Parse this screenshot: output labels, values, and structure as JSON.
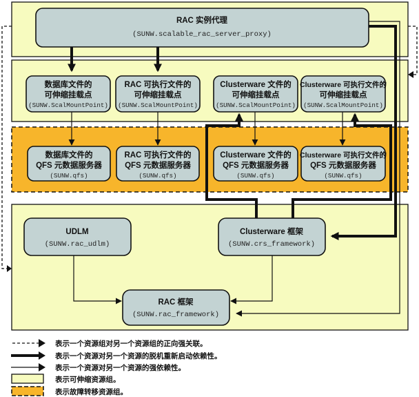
{
  "diagram": {
    "groups": {
      "proxy_group": {
        "kind": "scalable"
      },
      "mount_group": {
        "kind": "scalable"
      },
      "qfs_group": {
        "kind": "failover"
      },
      "framework_group": {
        "kind": "scalable"
      }
    },
    "resources": {
      "rac_proxy": {
        "title": "RAC 实例代理",
        "type": "(SUNW.scalable_rac_server_proxy)"
      },
      "mount_db": {
        "title1": "数据库文件的",
        "title2": "可伸缩挂载点",
        "type": "(SUNW.ScalMountPoint)"
      },
      "mount_rac_bin": {
        "title1": "RAC 可执行文件的",
        "title2": "可伸缩挂载点",
        "type": "(SUNW.ScalMountPoint)"
      },
      "mount_cw": {
        "title1": "Clusterware 文件的",
        "title2": "可伸缩挂载点",
        "type": "(SUNW.ScalMountPoint)"
      },
      "mount_cw_bin": {
        "title1": "Clusterware 可执行文件的",
        "title2": "可伸缩挂载点",
        "type": "(SUNW.ScalMountPoint)"
      },
      "qfs_db": {
        "title1": "数据库文件的",
        "title2": "QFS 元数据服务器",
        "type": "(SUNW.qfs)"
      },
      "qfs_rac_bin": {
        "title1": "RAC 可执行文件的",
        "title2": "QFS 元数据服务器",
        "type": "(SUNW.qfs)"
      },
      "qfs_cw": {
        "title1": "Clusterware 文件的",
        "title2": "QFS 元数据服务器",
        "type": "(SUNW.qfs)"
      },
      "qfs_cw_bin": {
        "title1": "Clusterware 可执行文件的",
        "title2": "QFS 元数据服务器",
        "type": "(SUNW.qfs)"
      },
      "udlm": {
        "title": "UDLM",
        "type": "(SUNW.rac_udlm)"
      },
      "crs_framework": {
        "title": "Clusterware 框架",
        "type": "(SUNW.crs_framework)"
      },
      "rac_framework": {
        "title": "RAC 框架",
        "type": "(SUNW.rac_framework)"
      }
    },
    "dependencies": [
      {
        "from": "rac_proxy",
        "to": "mount_db",
        "kind": "offline-restart"
      },
      {
        "from": "rac_proxy",
        "to": "mount_rac_bin",
        "kind": "offline-restart"
      },
      {
        "from": "rac_proxy",
        "to": "crs_framework",
        "kind": "offline-restart"
      },
      {
        "from": "rac_proxy",
        "to": "rac_framework",
        "kind": "strong"
      },
      {
        "from": "mount_db",
        "to": "qfs_db",
        "kind": "strong"
      },
      {
        "from": "mount_rac_bin",
        "to": "qfs_rac_bin",
        "kind": "strong"
      },
      {
        "from": "mount_cw",
        "to": "qfs_cw",
        "kind": "strong"
      },
      {
        "from": "mount_cw_bin",
        "to": "qfs_cw_bin",
        "kind": "strong"
      },
      {
        "from": "crs_framework",
        "to": "mount_cw",
        "kind": "offline-restart"
      },
      {
        "from": "crs_framework",
        "to": "mount_cw_bin",
        "kind": "offline-restart"
      },
      {
        "from": "udlm",
        "to": "rac_framework",
        "kind": "strong"
      },
      {
        "from": "crs_framework",
        "to": "rac_framework",
        "kind": "strong"
      },
      {
        "from": "proxy_group",
        "to": "framework_group",
        "kind": "positive-affinity"
      },
      {
        "from": "proxy_group",
        "to": "mount_group",
        "kind": "positive-affinity"
      }
    ]
  },
  "legend": [
    {
      "symbol": "dashed-arrow",
      "label": "表示一个资源组对另一个资源组的正向强关联。"
    },
    {
      "symbol": "thick-arrow",
      "label": "表示一个资源对另一个资源的脱机重新启动依赖性。"
    },
    {
      "symbol": "thin-arrow",
      "label": "表示一个资源对另一个资源的强依赖性。"
    },
    {
      "symbol": "scalable-box",
      "label": "表示可伸缩资源组。"
    },
    {
      "symbol": "failover-box",
      "label": "表示故障转移资源组。"
    }
  ],
  "colors": {
    "scalable_group": "#f7fbbf",
    "failover_group": "#f7b52b",
    "resource_box": "#c3d3d3",
    "line": "#111111"
  }
}
